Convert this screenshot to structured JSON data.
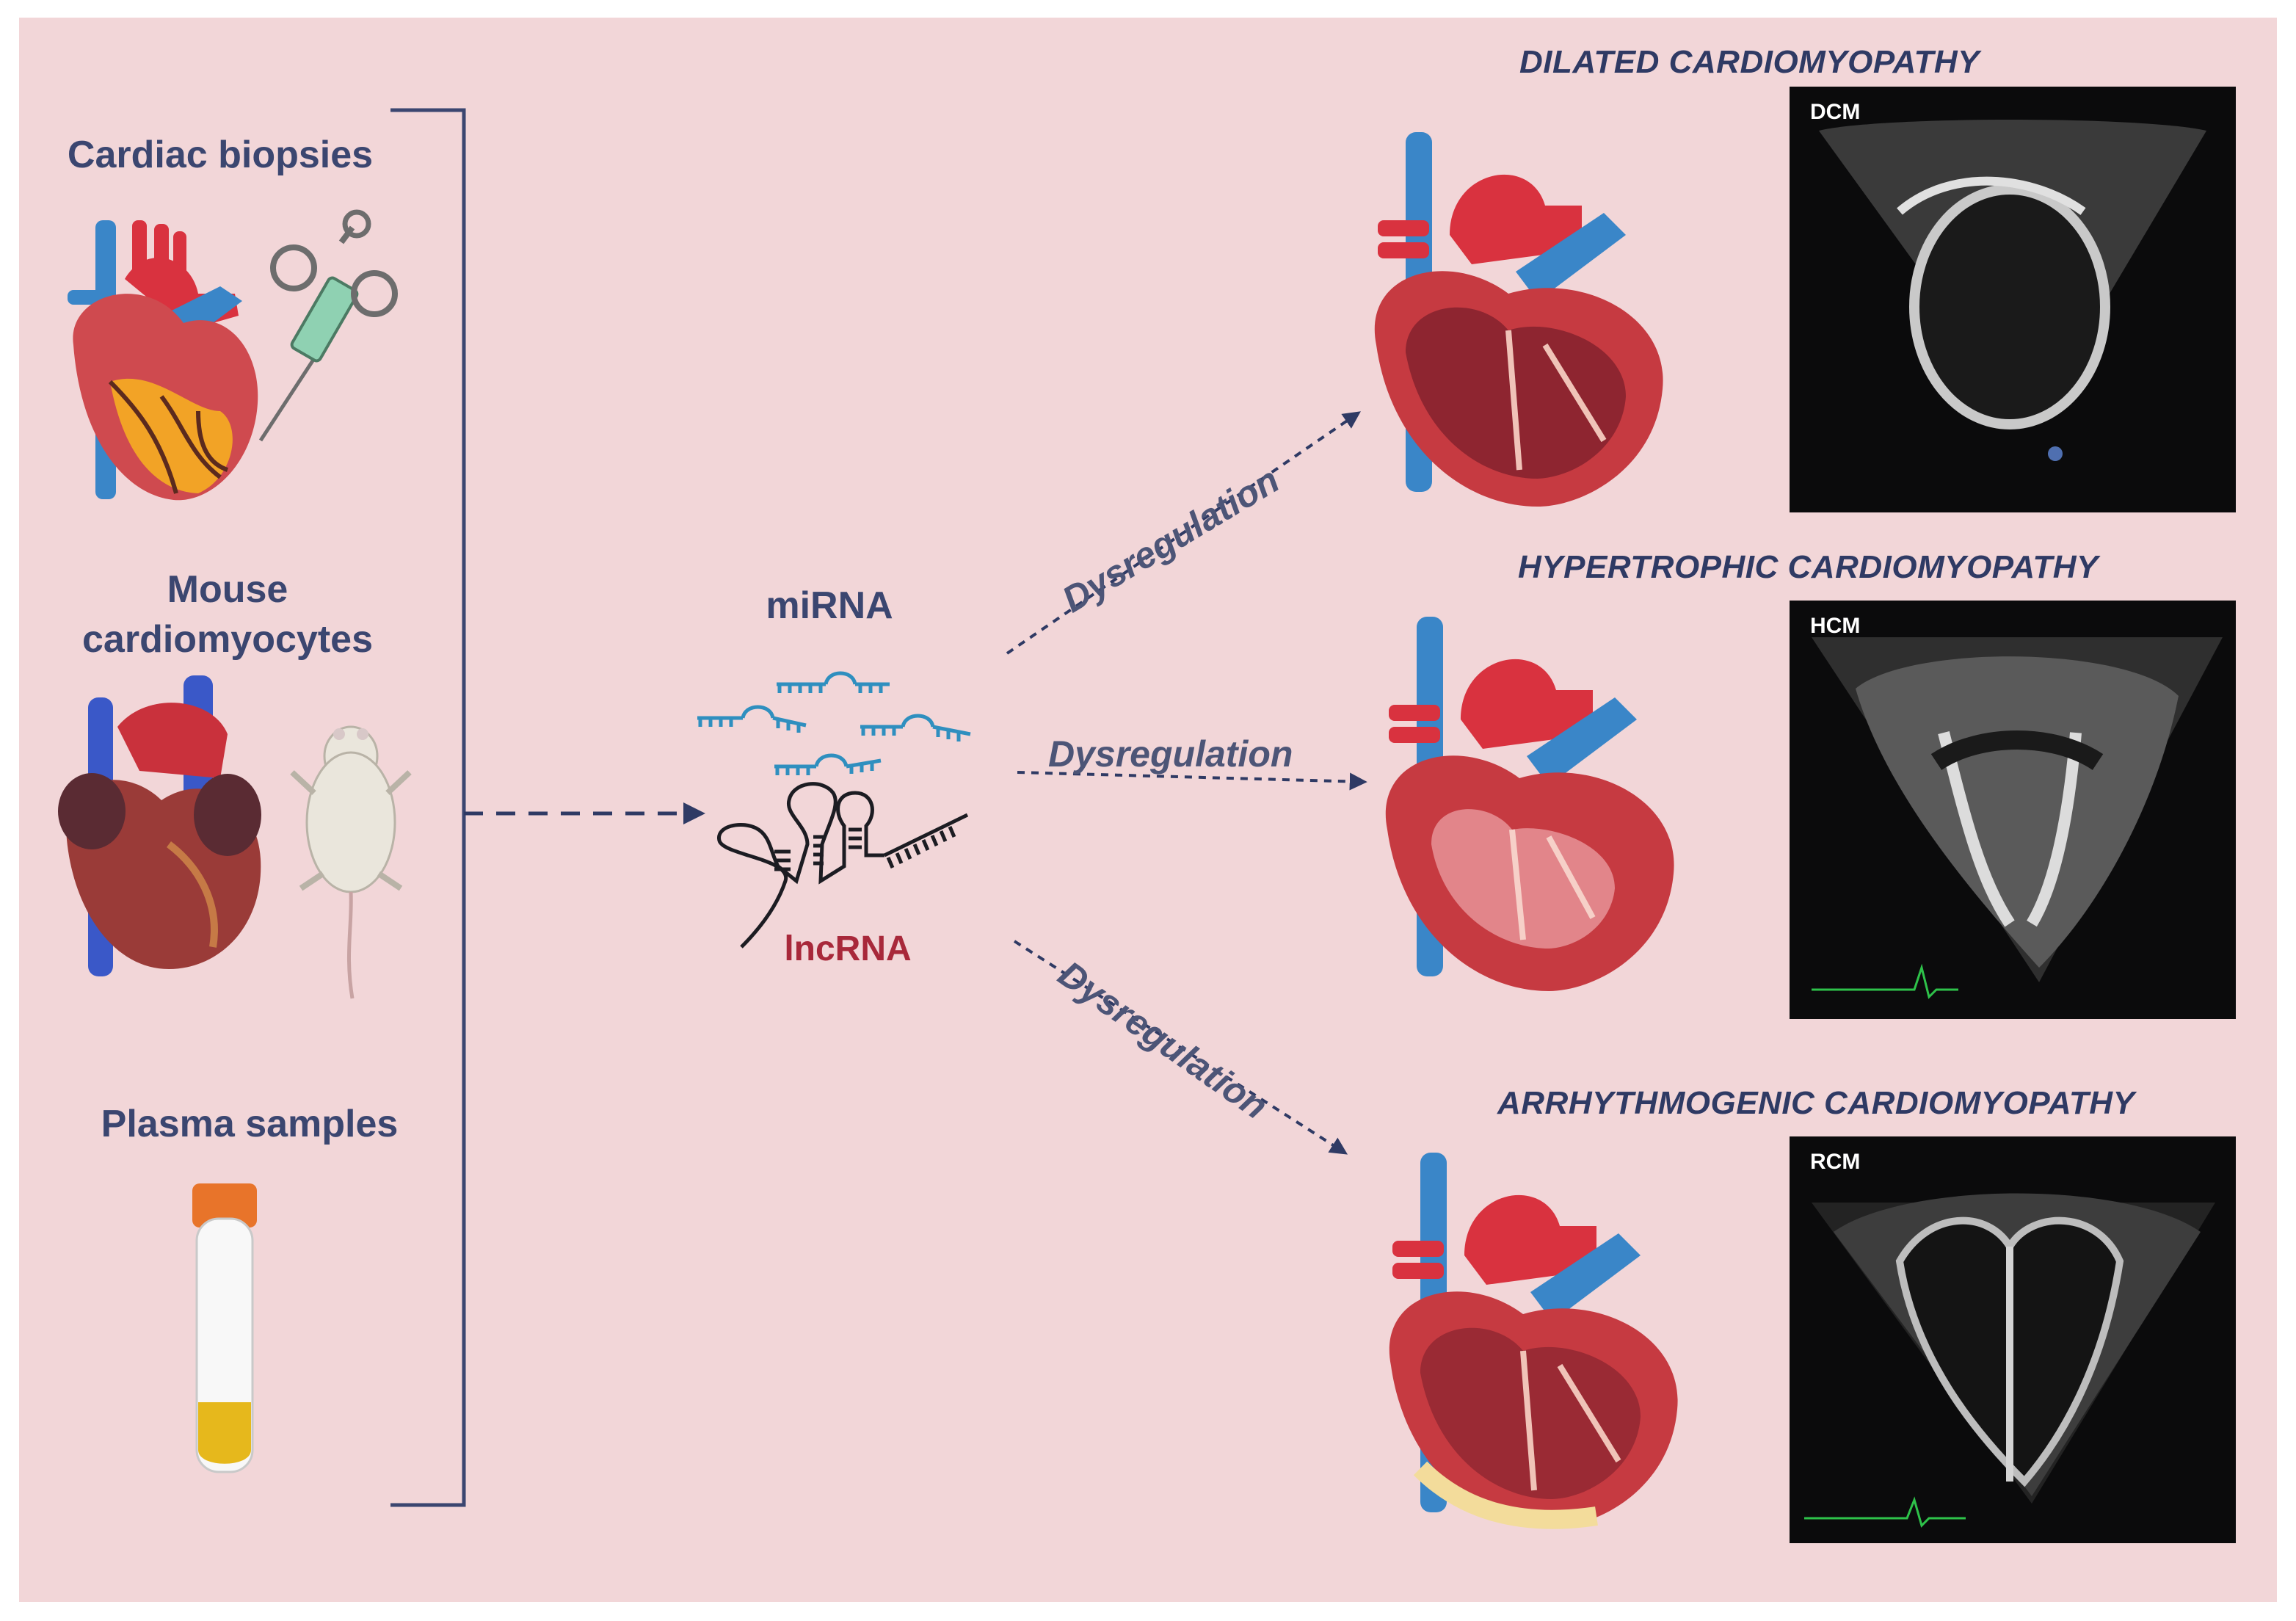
{
  "sources": {
    "biopsies": "Cardiac biopsies",
    "mouse_line1": "Mouse",
    "mouse_line2": "cardiomyocytes",
    "plasma": "Plasma samples"
  },
  "center": {
    "mirna": "miRNA",
    "lncrna": "lncRNA"
  },
  "arrows": {
    "top": "Dysregulation",
    "middle": "Dysregulation",
    "bottom": "Dysregulation"
  },
  "outcomes": [
    {
      "title": "DILATED CARDIOMYOPATHY",
      "echo_tag": "DCM"
    },
    {
      "title": "HYPERTROPHIC CARDIOMYOPATHY",
      "echo_tag": "HCM"
    },
    {
      "title": "ARRHYTHMOGENIC CARDIOMYOPATHY",
      "echo_tag": "RCM"
    }
  ],
  "colors": {
    "background": "#f2d6d8",
    "text_navy": "#3b4670",
    "lncrna_red": "#a8283a",
    "mirna_teal": "#2f8fbf",
    "artery_red": "#d9323f",
    "vein_blue": "#3a86c8",
    "tube_cap": "#e8742a",
    "plasma_yellow": "#e6b81c"
  }
}
